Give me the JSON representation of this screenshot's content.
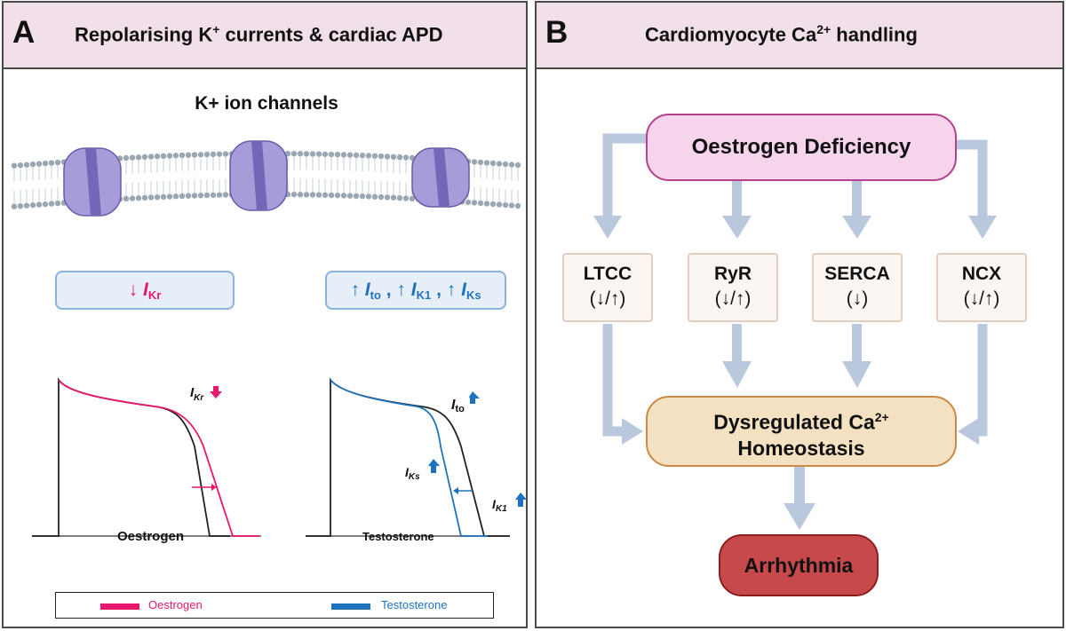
{
  "panel_a": {
    "letter": "A",
    "title_prefix": "Repolarising K",
    "title_sup": "+",
    "title_suffix": " currents & cardiac APD",
    "ion_channels_title": "K+ ion channels",
    "pill_left": {
      "arrow": "↓",
      "current": "I",
      "sub": "Kr"
    },
    "pill_right": {
      "items": [
        {
          "arrow": "↑",
          "current": "I",
          "sub": "to",
          "sep": " , "
        },
        {
          "arrow": "↑",
          "current": "I",
          "sub": "K1",
          "sep": " , "
        },
        {
          "arrow": "↑",
          "current": "I",
          "sub": "Ks",
          "sep": ""
        }
      ]
    },
    "plot_left": {
      "label": "Oestrogen",
      "current_main": "I",
      "current_sub": "Kr"
    },
    "plot_right": {
      "label": "Testosterone",
      "current_to_main": "I",
      "current_to_sub": "to",
      "current_ks_main": "I",
      "current_ks_sub": "Ks",
      "current_k1_main": "I",
      "current_k1_sub": "K1"
    },
    "legend": [
      {
        "label": "Oestrogen",
        "color": "#e8176e"
      },
      {
        "label": "Testosterone",
        "color": "#1e73be"
      }
    ]
  },
  "panel_b": {
    "letter": "B",
    "title_prefix": "Cardiomyocyte Ca",
    "title_sup": "2+",
    "title_suffix": " handling",
    "top_box": "Oestrogen Deficiency",
    "targets": [
      {
        "name": "LTCC",
        "effect": "(↓/↑)"
      },
      {
        "name": "RyR",
        "effect": "(↓/↑)"
      },
      {
        "name": "SERCA",
        "effect": "(↓)"
      },
      {
        "name": "NCX",
        "effect": "(↓/↑)"
      }
    ],
    "middle_box": {
      "line1_prefix": "Dysregulated Ca",
      "line1_sup": "2+",
      "line2": "Homeostasis"
    },
    "bottom_box": "Arrhythmia"
  },
  "colors": {
    "oestrogen": "#e8176e",
    "testosterone": "#1e73be",
    "header_bg": "#f1dfe9",
    "flow_arrow": "#b9c8dc",
    "channel": "#a89bd9"
  }
}
